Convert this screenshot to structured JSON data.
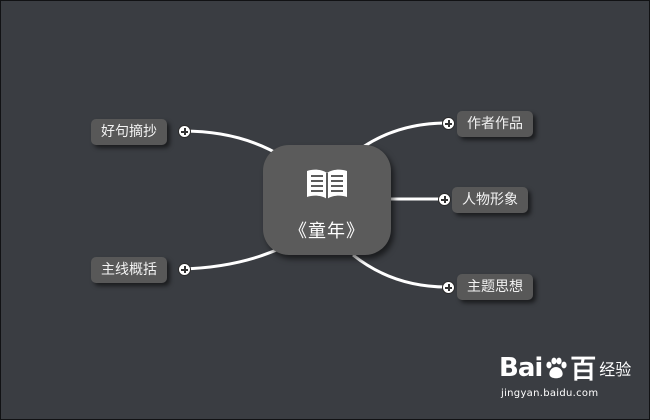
{
  "central_topic": {
    "label": "《童年》",
    "icon": "book-icon"
  },
  "branches": {
    "quotes": {
      "label": "好句摘抄"
    },
    "summary": {
      "label": "主线概括"
    },
    "works": {
      "label": "作者作品"
    },
    "characters": {
      "label": "人物形象"
    },
    "theme": {
      "label": "主题思想"
    }
  },
  "expand_icon": "plus-circle-icon",
  "watermark": {
    "brand_prefix": "Bai",
    "brand_suffix": "百",
    "brand_cn": "经验",
    "url": "jingyan.baidu.com"
  },
  "colors": {
    "background": "#3a3d42",
    "node": "#585858",
    "connector": "#ffffff",
    "text": "#ffffff"
  }
}
